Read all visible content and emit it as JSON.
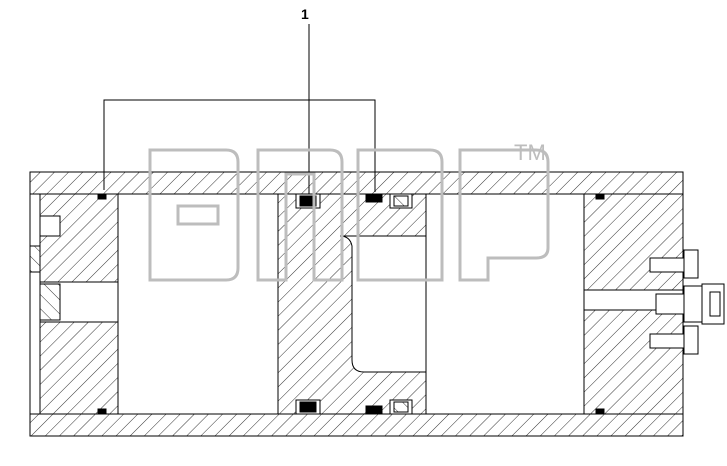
{
  "diagram": {
    "callout_label": "1",
    "trademark": "TM",
    "watermark_text": "ЭПСР",
    "colors": {
      "line": "#000000",
      "hatch": "#000000",
      "watermark": "#bdbdbd",
      "background": "#ffffff"
    }
  }
}
